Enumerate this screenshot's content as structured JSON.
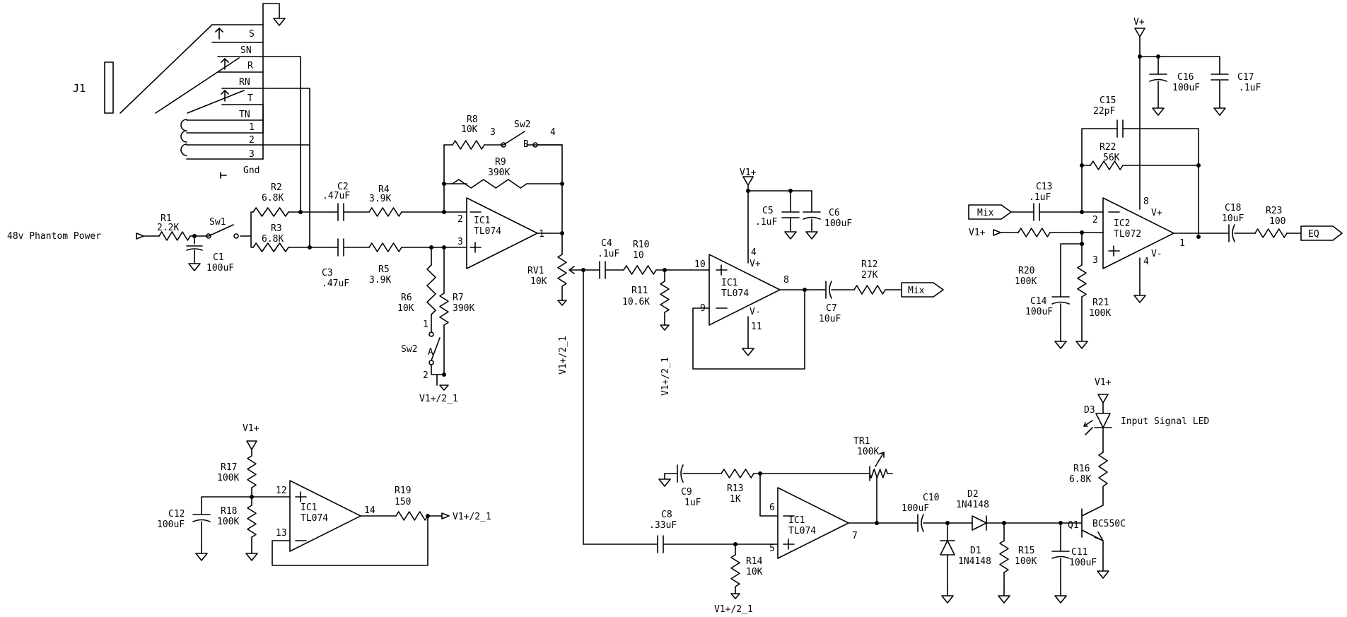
{
  "connector": {
    "name": "J1",
    "pins": [
      "S",
      "SN",
      "R",
      "RN",
      "T",
      "TN",
      "1",
      "2",
      "3",
      "Gnd"
    ]
  },
  "phantom": {
    "input_label": "48v Phantom Power",
    "r1": {
      "ref": "R1",
      "value": "2.2K"
    },
    "sw1": {
      "ref": "Sw1"
    },
    "c1": {
      "ref": "C1",
      "value": "100uF"
    }
  },
  "input_stage": {
    "r2": {
      "ref": "R2",
      "value": "6.8K"
    },
    "r3": {
      "ref": "R3",
      "value": "6.8K"
    },
    "c2": {
      "ref": "C2",
      "value": ".47uF"
    },
    "c3": {
      "ref": "C3",
      "value": ".47uF"
    },
    "r4": {
      "ref": "R4",
      "value": "3.9K"
    },
    "r5": {
      "ref": "R5",
      "value": "3.9K"
    },
    "r6": {
      "ref": "R6",
      "value": "10K"
    },
    "r7": {
      "ref": "R7",
      "value": "390K"
    },
    "r8": {
      "ref": "R8",
      "value": "10K"
    },
    "r9": {
      "ref": "R9",
      "value": "390K"
    },
    "sw2a": {
      "ref": "Sw2",
      "sub": "A",
      "pin1": "1",
      "pin2": "2"
    },
    "sw2b": {
      "ref": "Sw2",
      "sub": "B",
      "pin3": "3",
      "pin4": "4"
    },
    "opamp": {
      "ref": "IC1",
      "part": "TL074",
      "pin_in_neg": "2",
      "pin_in_pos": "3",
      "pin_out": "1"
    },
    "bias_label": "V1+/2_1"
  },
  "mix_stage": {
    "rv1": {
      "ref": "RV1",
      "value": "10K"
    },
    "c4": {
      "ref": "C4",
      "value": ".1uF"
    },
    "r10": {
      "ref": "R10",
      "value": "10"
    },
    "r11": {
      "ref": "R11",
      "value": "10.6K"
    },
    "opamp": {
      "ref": "IC1",
      "part": "TL074",
      "pin_in_pos": "10",
      "pin_in_neg": "9",
      "pin_out": "8",
      "pin_vp": "4",
      "pin_vn": "11"
    },
    "c5": {
      "ref": "C5",
      "value": ".1uF"
    },
    "c6": {
      "ref": "C6",
      "value": "100uF"
    },
    "c7": {
      "ref": "C7",
      "value": "10uF"
    },
    "r12": {
      "ref": "R12",
      "value": "27K"
    },
    "out_label": "Mix",
    "supply_label": "V1+",
    "bias_label": "V1+/2_1",
    "vp_label": "V+",
    "vn_label": "V-"
  },
  "eq_stage": {
    "in_label": "Mix",
    "c13": {
      "ref": "C13",
      "value": ".1uF"
    },
    "c15": {
      "ref": "C15",
      "value": "22pF"
    },
    "r22": {
      "ref": "R22",
      "value": "56K"
    },
    "r20": {
      "ref": "R20",
      "value": "100K"
    },
    "r21": {
      "ref": "R21",
      "value": "100K"
    },
    "c14": {
      "ref": "C14",
      "value": "100uF"
    },
    "c16": {
      "ref": "C16",
      "value": "100uF"
    },
    "c17": {
      "ref": "C17",
      "value": ".1uF"
    },
    "c18": {
      "ref": "C18",
      "value": "10uF"
    },
    "r23": {
      "ref": "R23",
      "value": "100"
    },
    "opamp": {
      "ref": "IC2",
      "part": "TL072",
      "pin_in_neg": "2",
      "pin_in_pos": "3",
      "pin_out": "1",
      "pin_vp": "8",
      "pin_vn": "4"
    },
    "out_label": "EQ",
    "supply_label": "V+",
    "v1_label": "V1+",
    "vp_label": "V+",
    "vn_label": "V-"
  },
  "bias_gen": {
    "r17": {
      "ref": "R17",
      "value": "100K"
    },
    "r18": {
      "ref": "R18",
      "value": "100K"
    },
    "c12": {
      "ref": "C12",
      "value": "100uF"
    },
    "r19": {
      "ref": "R19",
      "value": "150"
    },
    "opamp": {
      "ref": "IC1",
      "part": "TL074",
      "pin_in_pos": "12",
      "pin_in_neg": "13",
      "pin_out": "14"
    },
    "supply_label": "V1+",
    "out_label": "V1+/2_1"
  },
  "led_stage": {
    "c8": {
      "ref": "C8",
      "value": ".33uF"
    },
    "c9": {
      "ref": "C9",
      "value": "1uF"
    },
    "r13": {
      "ref": "R13",
      "value": "1K"
    },
    "r14": {
      "ref": "R14",
      "value": "10K"
    },
    "tr1": {
      "ref": "TR1",
      "value": "100K"
    },
    "opamp": {
      "ref": "IC1",
      "part": "TL074",
      "pin_in_neg": "6",
      "pin_in_pos": "5",
      "pin_out": "7"
    },
    "c10": {
      "ref": "C10",
      "value": "100uF"
    },
    "d1": {
      "ref": "D1",
      "value": "1N4148"
    },
    "d2": {
      "ref": "D2",
      "value": "1N4148"
    },
    "r15": {
      "ref": "R15",
      "value": "100K"
    },
    "c11": {
      "ref": "C11",
      "value": "100uF"
    },
    "r16": {
      "ref": "R16",
      "value": "6.8K"
    },
    "q1": {
      "ref": "Q1",
      "value": "BC550C"
    },
    "d3": {
      "ref": "D3",
      "label": "Input Signal LED"
    },
    "supply_label": "V1+",
    "bias_label": "V1+/2_1"
  }
}
